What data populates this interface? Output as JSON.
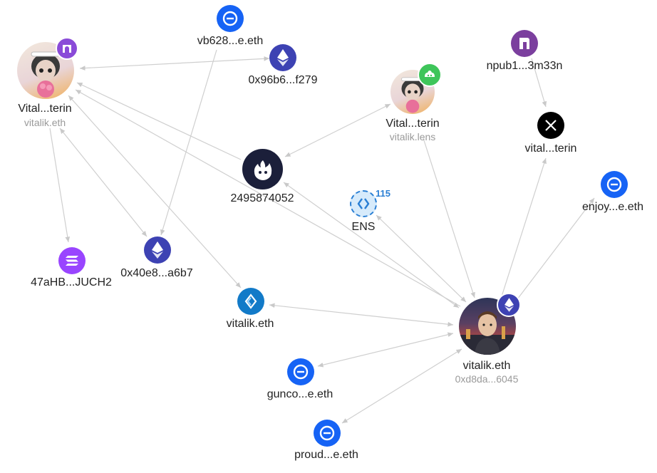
{
  "colors": {
    "edge": "#c9c9c9",
    "eth": "#3d42b3",
    "farcaster": "#8a4bd8",
    "lens": "#3ec55a",
    "solana": "#9945ff",
    "ens_blue": "#1663f5",
    "ens_light": "#2a7fd4",
    "ens_badge": "#127ac8",
    "nostr": "#7b3f9e",
    "x": "#000000",
    "dark_navy": "#1b1f3a"
  },
  "nodes": {
    "vitalik_farcaster": {
      "label": "Vital...terin",
      "sublabel": "vitalik.eth",
      "icon": "punk-avatar",
      "badge": "farcaster-icon"
    },
    "vb628": {
      "label": "vb628...e.eth",
      "icon": "ens-icon"
    },
    "eth_0x96b6": {
      "label": "0x96b6...f279",
      "icon": "ethereum-icon"
    },
    "vitalik_lens": {
      "label": "Vital...terin",
      "sublabel": "vitalik.lens",
      "icon": "punk-avatar",
      "badge": "lens-icon"
    },
    "npub": {
      "label": "npub1...3m33n",
      "icon": "nostr-icon"
    },
    "x_twitter": {
      "label": "vital...terin",
      "icon": "x-icon"
    },
    "fid": {
      "label": "2495874052",
      "icon": "farcaster-fid-icon"
    },
    "ens_community": {
      "label": "ENS",
      "count": "115",
      "icon": "ens-community-icon"
    },
    "enjoy": {
      "label": "enjoy...e.eth",
      "icon": "ens-icon"
    },
    "solana": {
      "label": "47aHB...JUCH2",
      "icon": "solana-icon"
    },
    "eth_0x40e8": {
      "label": "0x40e8...a6b7",
      "icon": "ethereum-icon"
    },
    "vitalik_eth_domain": {
      "label": "vitalik.eth",
      "icon": "ens-badge-icon"
    },
    "vitalik_main": {
      "label": "vitalik.eth",
      "sublabel": "0xd8da...6045",
      "icon": "profile-photo",
      "badge": "ethereum-icon"
    },
    "gunco": {
      "label": "gunco...e.eth",
      "icon": "ens-icon"
    },
    "proud": {
      "label": "proud...e.eth",
      "icon": "ens-icon"
    }
  }
}
